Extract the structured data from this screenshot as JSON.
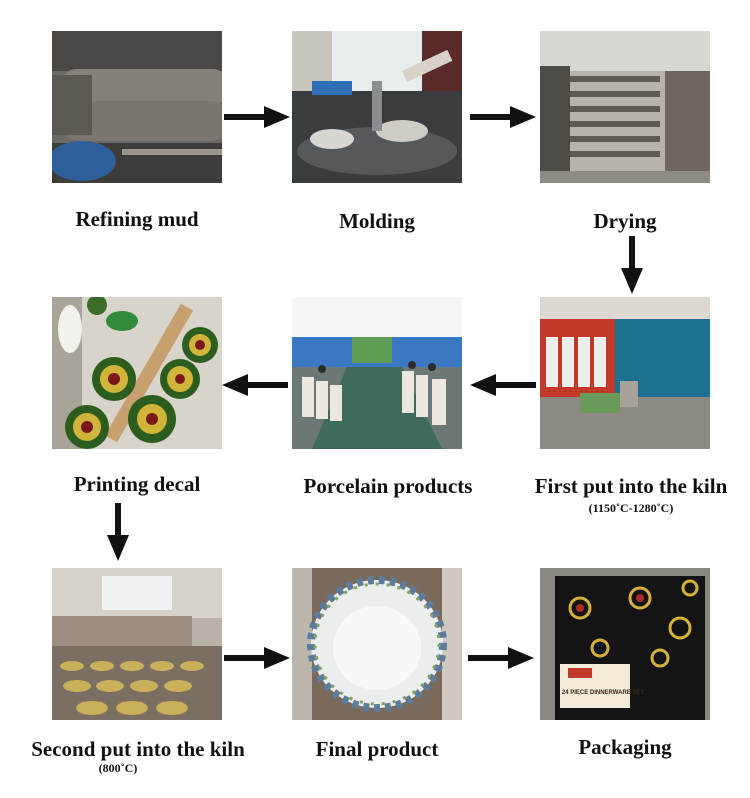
{
  "steps": [
    {
      "label": "Refining mud",
      "note": ""
    },
    {
      "label": "Molding",
      "note": ""
    },
    {
      "label": "Drying",
      "note": ""
    },
    {
      "label": "First put into the kiln",
      "note": "(1150˚C-1280˚C)"
    },
    {
      "label": "Porcelain products",
      "note": ""
    },
    {
      "label": "Printing decal",
      "note": ""
    },
    {
      "label": "Second put into the kiln",
      "note": "(800˚C)"
    },
    {
      "label": "Final product",
      "note": ""
    },
    {
      "label": "Packaging",
      "note": ""
    }
  ],
  "box_label": "24 PIECE DINNERWARE SET",
  "colors": {
    "arrow": "#111111",
    "background": "#ffffff"
  }
}
